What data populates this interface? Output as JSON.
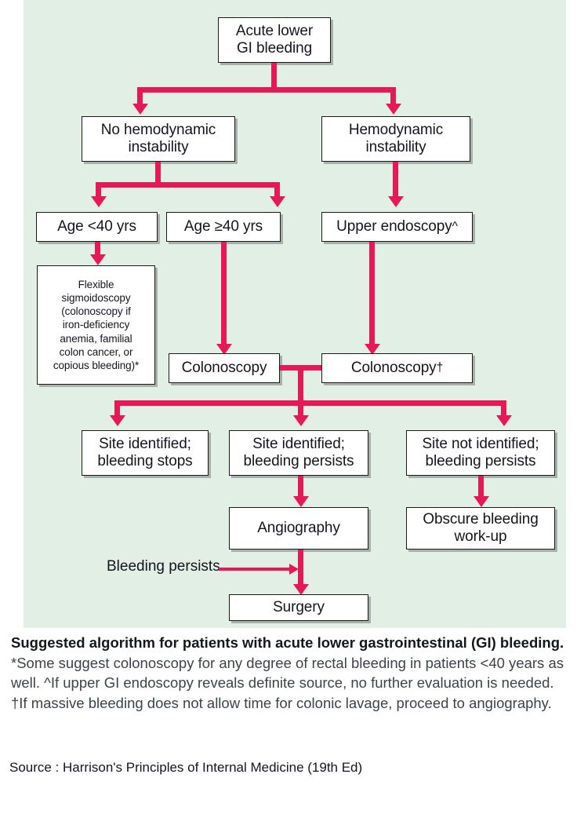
{
  "figure": {
    "background_color": "#e2efe5",
    "connector_color": "#e5185a",
    "box_border_color": "#1a1a1a"
  },
  "nodes": {
    "root": "Acute lower\nGI bleeding",
    "root_l1": "Acute lower",
    "root_l2": "GI bleeding",
    "no_instability_l1": "No hemodynamic",
    "no_instability_l2": "instability",
    "instability_l1": "Hemodynamic",
    "instability_l2": "instability",
    "age_under40": "Age <40 yrs",
    "age_over40": "Age  ≥40 yrs",
    "upper_endoscopy": "Upper endoscopy",
    "upper_endoscopy_mark": "^",
    "flex_sig_lines": [
      "Flexible",
      "sigmoidoscopy",
      "(colonoscopy if",
      "iron-deficiency",
      "anemia, familial",
      "colon cancer, or",
      "copious bleeding)*"
    ],
    "colonoscopy_left": "Colonoscopy",
    "colonoscopy_right": "Colonoscopy",
    "colonoscopy_right_mark": "†",
    "site_identified_stops_l1": "Site identified;",
    "site_identified_stops_l2": "bleeding stops",
    "site_identified_persists_l1": "Site identified;",
    "site_identified_persists_l2": "bleeding persists",
    "site_not_identified_l1": "Site not identified;",
    "site_not_identified_l2": "bleeding persists",
    "angiography": "Angiography",
    "obscure_l1": "Obscure bleeding",
    "obscure_l2": "work-up",
    "surgery": "Surgery"
  },
  "edge_labels": {
    "bleeding_persists": "Bleeding persists"
  },
  "caption": {
    "title": "Suggested algorithm for patients with acute lower gastrointestinal (GI) bleeding.",
    "body": " *Some suggest colonoscopy for any degree of rectal bleeding in patients <40 years as well. ^If upper GI endoscopy reveals definite source, no further evaluation is needed. †If massive bleeding does not allow time for colonic lavage, proceed to angiography."
  },
  "source": "Source : Harrison's Principles of Internal Medicine (19th Ed)"
}
